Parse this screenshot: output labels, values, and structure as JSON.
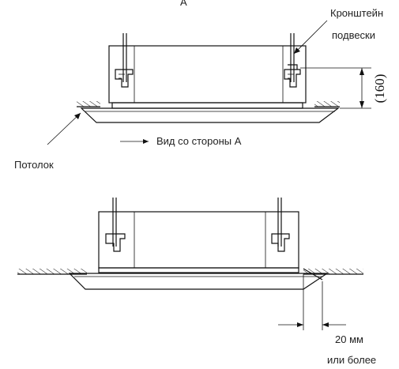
{
  "top_view": {
    "label_a": "A",
    "label_bracket_line1": "Кронштейн",
    "label_bracket_line2": "подвески",
    "label_dimension": "(160)",
    "label_view_from": "Вид со стороны А",
    "label_ceiling": "Потолок"
  },
  "bottom_view": {
    "label_gap_line1": "20 мм",
    "label_gap_line2": "или более"
  }
}
